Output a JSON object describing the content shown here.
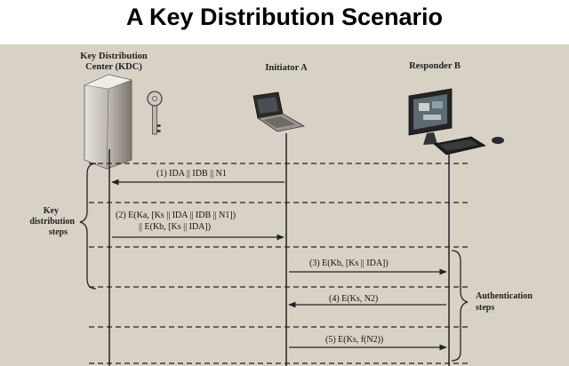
{
  "title": "A Key Distribution Scenario",
  "parties": {
    "kdc_line1": "Key Distribution",
    "kdc_line2": "Center (KDC)",
    "initiator": "Initiator A",
    "responder": "Responder B"
  },
  "groups": {
    "key_distribution": [
      "Key",
      "distribution",
      "steps"
    ],
    "authentication": [
      "Authentication",
      "steps"
    ]
  },
  "messages": {
    "m1": "(1) IDA || IDB || N1",
    "m2_line1": "(2) E(Ka, [Ks || IDA || IDB || N1])",
    "m2_line2": "|| E(Kb, [Ks || IDA])",
    "m3": "(3) E(Kb, [Ks || IDA])",
    "m4": "(4) E(Ks, N2)",
    "m5": "(5) E(Ks, f(N2))"
  },
  "icons": {
    "kdc": "server-tower-icon",
    "key": "key-icon",
    "initiator": "laptop-icon",
    "responder": "desktop-computer-icon"
  }
}
